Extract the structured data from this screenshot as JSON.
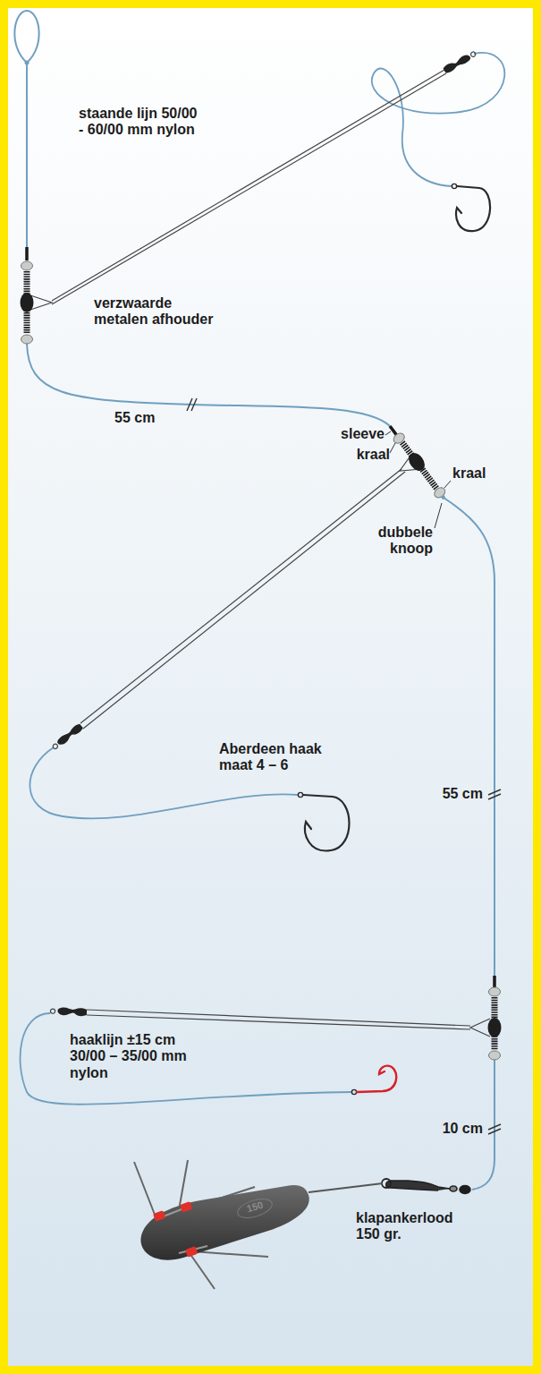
{
  "diagram": {
    "labels": [
      "staande lijn 50/00 - 60/00 mm nylon",
      "verzwaarde metalen afhouder",
      "55 cm",
      "sleeve",
      "kraal",
      "kraal",
      "dubbele knoop",
      "55 cm",
      "Aberdeen haak maat 4 – 6",
      "haaklijn ±15 cm 30/00 – 35/00 mm nylon",
      "10 cm",
      "klapankerlood 150 gr.",
      "150"
    ]
  }
}
